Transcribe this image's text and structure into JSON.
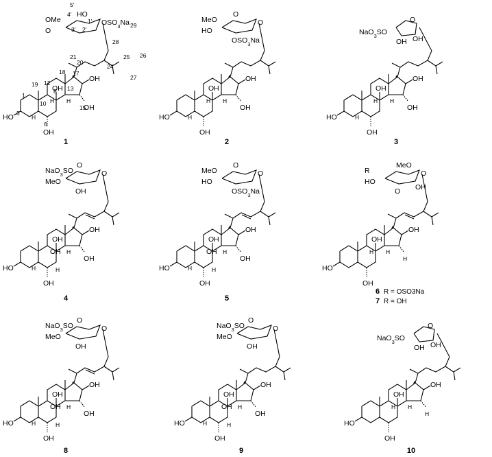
{
  "compounds": [
    {
      "label": "1",
      "sugar_labels": [
        "OMe",
        "O",
        "HO",
        "OSO3Na"
      ],
      "core_labels": [
        "HO",
        "OH",
        "OH",
        "OH",
        "OH",
        "H",
        "H",
        "H"
      ],
      "numbering": [
        "1",
        "3",
        "6",
        "8",
        "10",
        "12",
        "13",
        "15",
        "17",
        "18",
        "19",
        "20",
        "21",
        "24",
        "25",
        "26",
        "27",
        "28",
        "29",
        "1'",
        "2'",
        "3'",
        "4'",
        "5'"
      ]
    },
    {
      "label": "2",
      "sugar_labels": [
        "MeO",
        "HO",
        "O",
        "O",
        "OSO3Na"
      ],
      "core_labels": [
        "HO",
        "OH",
        "OH",
        "OH",
        "OH",
        "H",
        "H",
        "H"
      ]
    },
    {
      "label": "3",
      "sugar_labels": [
        "NaO3SO",
        "O",
        "OH",
        "OH"
      ],
      "core_labels": [
        "HO",
        "OH",
        "OH",
        "OH",
        "OH",
        "H",
        "H",
        "H"
      ]
    },
    {
      "label": "4",
      "sugar_labels": [
        "NaO3SO",
        "MeO",
        "O",
        "O",
        "OH"
      ],
      "core_labels": [
        "HO",
        "OH",
        "OH",
        "OH",
        "OH",
        "OH",
        "H",
        "H",
        "H"
      ]
    },
    {
      "label": "5",
      "sugar_labels": [
        "MeO",
        "HO",
        "O",
        "O",
        "OSO3Na"
      ],
      "core_labels": [
        "HO",
        "OH",
        "OH",
        "OH",
        "OH",
        "OH",
        "H",
        "H",
        "H"
      ]
    },
    {
      "label": "6",
      "sugar_labels": [
        "R",
        "HO",
        "MeO",
        "O",
        "O",
        "OH"
      ],
      "core_labels": [
        "HO",
        "OH",
        "OH",
        "OH",
        "H",
        "H",
        "H"
      ],
      "r_notes": [
        {
          "label": "6",
          "text": "R = OSO3Na"
        },
        {
          "label": "7",
          "text": "R = OH"
        }
      ]
    },
    {
      "label": "8",
      "sugar_labels": [
        "NaO3SO",
        "MeO",
        "O",
        "O",
        "OH"
      ],
      "core_labels": [
        "HO",
        "OH",
        "OH",
        "OH",
        "OH",
        "OH",
        "H",
        "H",
        "H"
      ]
    },
    {
      "label": "9",
      "sugar_labels": [
        "NaO3SO",
        "MeO",
        "O",
        "O",
        "OH"
      ],
      "core_labels": [
        "HO",
        "OH",
        "OH",
        "OH",
        "OH",
        "OH",
        "H",
        "H",
        "H"
      ]
    },
    {
      "label": "10",
      "sugar_labels": [
        "NaO3SO",
        "O",
        "OH",
        "OH"
      ],
      "core_labels": [
        "HO",
        "OH",
        "OH",
        "OH",
        "H",
        "H",
        "H"
      ]
    }
  ]
}
